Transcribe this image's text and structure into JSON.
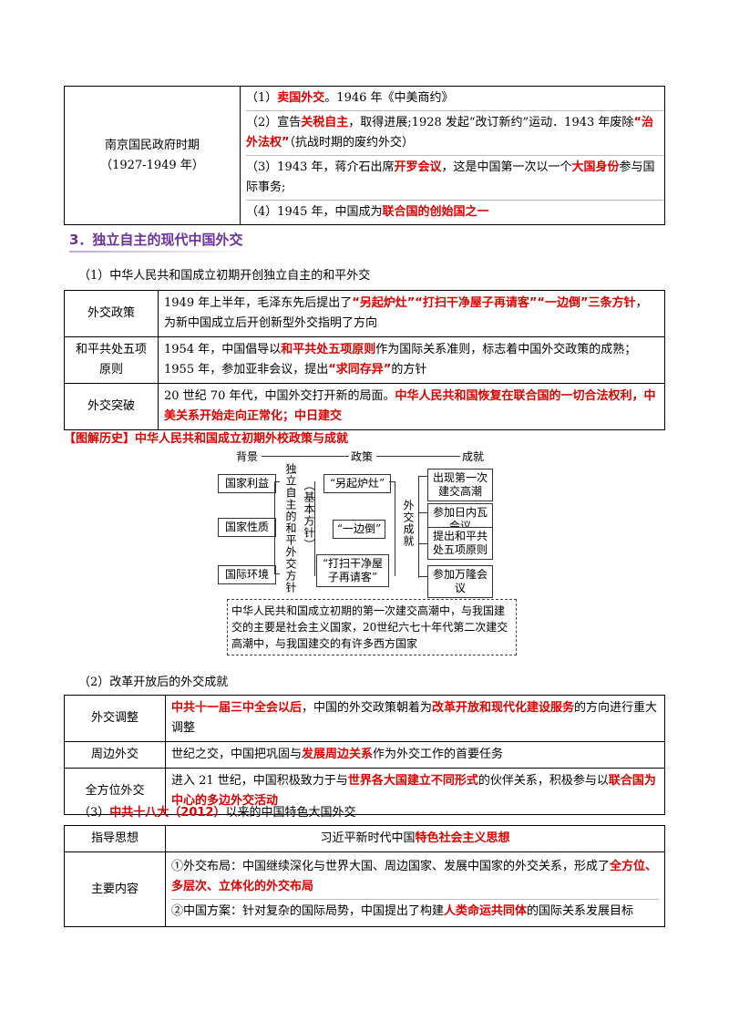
{
  "t1": {
    "left_title": "南京国民政府时期",
    "left_period": "（1927-1949 年）",
    "rows": [
      {
        "pre": "（1）",
        "r1": "卖国外交",
        "post": "。1946 年《中美商约》"
      },
      {
        "pre": "（2）宣告",
        "r1": "关税自主",
        "mid": "，取得进展;1928 发起“改订新约”运动．1943 年废除",
        "r2": "“治外法权”",
        "post": "（抗战时期的废约外交）"
      },
      {
        "pre": "（3）1943 年，蒋介石出席",
        "r1": "开罗会议",
        "mid": "，这是中国第一次以一个",
        "r2": "大国身份",
        "post": "参与国际事务;"
      },
      {
        "pre": "（4）1945 年，中国成为",
        "r1": "联合国的创始国之一",
        "post": ""
      }
    ]
  },
  "section3": "3．独立自主的现代中国外交",
  "p1": "（1）中华人民共和国成立初期开创独立自主的和平外交",
  "t2": [
    {
      "k": "外交政策",
      "pre": "1949 年上半年，毛泽东先后提出了",
      "r1": "“另起炉灶”“打扫干净屋子再请客”“一边倒”三条方针",
      "post": "，为新中国成立后开创新型外交指明了方向"
    },
    {
      "k": "和平共处五项原则",
      "pre": "1954 年，中国倡导以",
      "r1": "和平共处五项原则",
      "mid": "作为国际关系准则，标志着中国外交政策的成熟；1955 年，参加亚非会议，提出",
      "r2": "“求同存异”",
      "post": "的方针"
    },
    {
      "k": "外交突破",
      "pre": "20 世纪 70 年代，中国外交打开新的局面。",
      "r1": "中华人民共和国恢复在联合国的一切合法权利，中美关系开始走向正常化；中日建交",
      "post": ""
    }
  ],
  "tujie": "【图解历史】中华人民共和国成立初期外校政策与成就",
  "diagram": {
    "h_bg": "背景",
    "h_zc": "政策",
    "h_cj": "成就",
    "bg": [
      "国家利益",
      "国家性质",
      "国际环境"
    ],
    "v1": "独立自主的和平外交方针",
    "v2": "（基本方针）",
    "zc": [
      "“另起炉灶”",
      "“一边倒”",
      "“打扫干净屋子再请客”"
    ],
    "v3": "外交成就",
    "cj": [
      "出现第一次建交高潮",
      "参加日内瓦会议",
      "提出和平共处五项原则",
      "参加万隆会议"
    ],
    "note": "中华人民共和国成立初期的第一次建交高潮中，与我国建交的主要是社会主义国家，20世纪六七十年代第二次建交高潮中，与我国建交的有许多西方国家"
  },
  "p2": "（2）改革开放后的外交成就",
  "t3": [
    {
      "k": "外交调整",
      "r1": "中共十一届三中全会以后",
      "mid": "，中国的外交政策朝着为",
      "r2": "改革开放和现代化建设服务",
      "post": "的方向进行重大调整"
    },
    {
      "k": "周边外交",
      "pre": "世纪之交，中国把巩固与",
      "r1": "发展周边关系",
      "post": "作为外交工作的首要任务"
    },
    {
      "k": "全方位外交",
      "pre": "进入 21 世纪，中国积极致力于与",
      "r1": "世界各大国建立不同形式",
      "mid": "的伙伴关系，积极参与以",
      "r2": "联合国为中心的多边外交活动",
      "post": ""
    }
  ],
  "p3": {
    "pre": "（3）",
    "r": "中共十八大（2012）",
    "post": "以来的中国特色大国外交"
  },
  "t4": {
    "k1": "指导思想",
    "v1pre": "习近平新时代中国",
    "v1r": "特色社会主义思想",
    "k2": "主要内容",
    "c1pre": "①外交布局：中国继续深化与世界大国、周边国家、发展中国家的外交关系，形成了",
    "c1r": "全方位、多层次、立体化的外交布局",
    "c2pre": "②中国方案：针对复杂的国际局势，中国提出了构建",
    "c2r": "人类命运共同体",
    "c2post": "的国际关系发展目标"
  }
}
